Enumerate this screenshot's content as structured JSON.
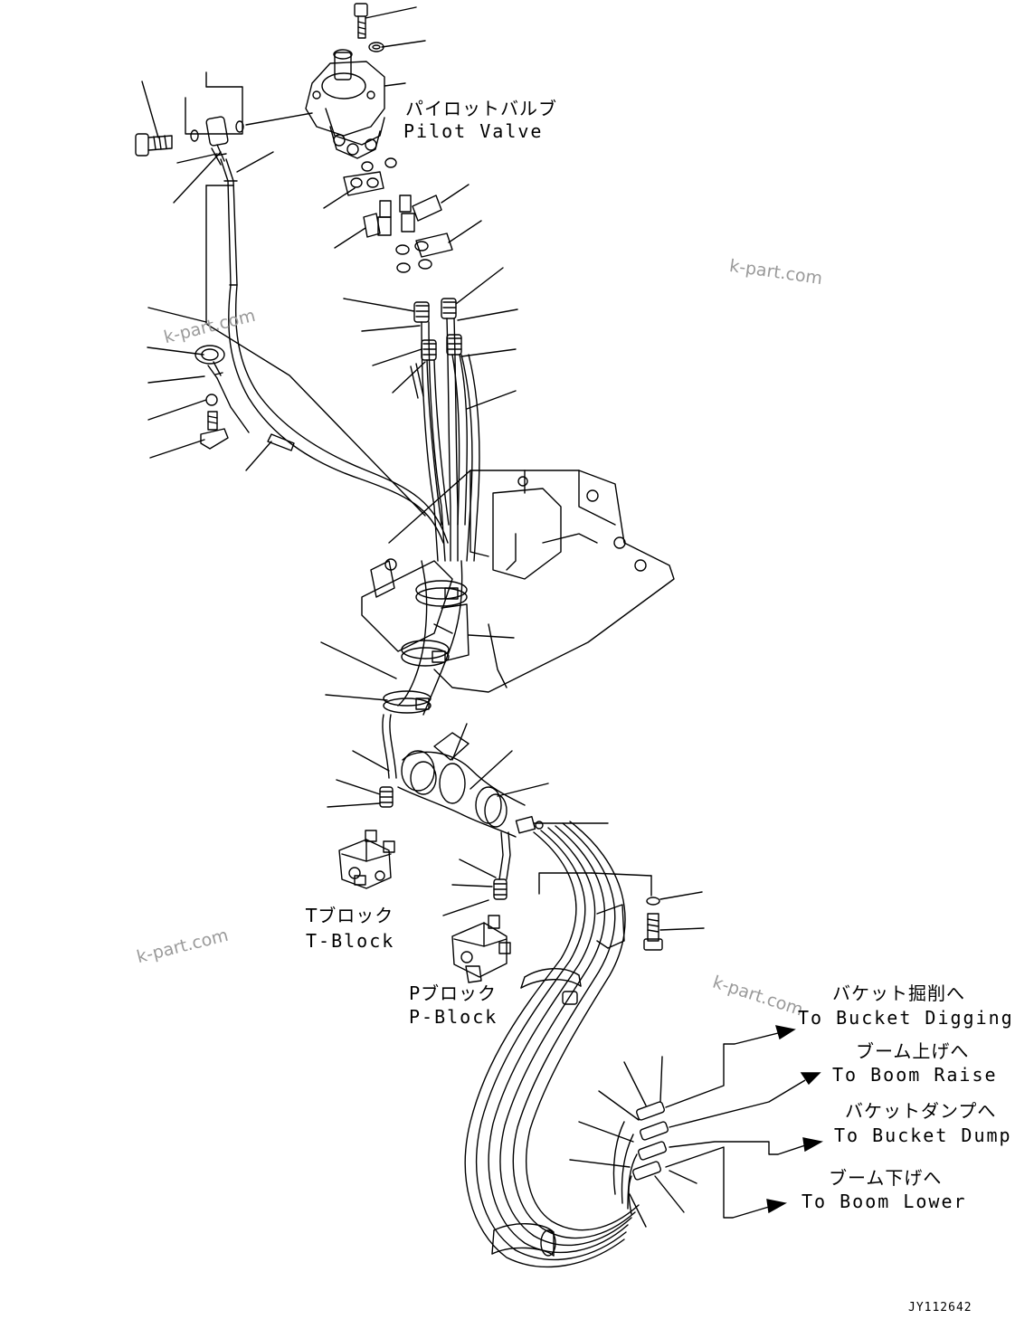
{
  "labels": {
    "pilot_valve_jp": "パイロットバルブ",
    "pilot_valve_en": "Pilot Valve",
    "t_block_jp": "Tブロック",
    "t_block_en": "T-Block",
    "p_block_jp": "Pブロック",
    "p_block_en": "P-Block",
    "bucket_digging_jp": "バケット掘削へ",
    "bucket_digging_en": "To Bucket Digging",
    "boom_raise_jp": "ブーム上げへ",
    "boom_raise_en": "To Boom Raise",
    "bucket_dump_jp": "バケットダンプへ",
    "bucket_dump_en": "To Bucket Dump",
    "boom_lower_jp": "ブーム下げへ",
    "boom_lower_en": "To Boom Lower"
  },
  "watermarks": [
    "k-part.com",
    "k-part.com",
    "k-part.com",
    "k-part.com"
  ],
  "drawing_code": "JY112642",
  "colors": {
    "line": "#000000",
    "watermark": "#9a9a9a",
    "background": "#ffffff"
  }
}
